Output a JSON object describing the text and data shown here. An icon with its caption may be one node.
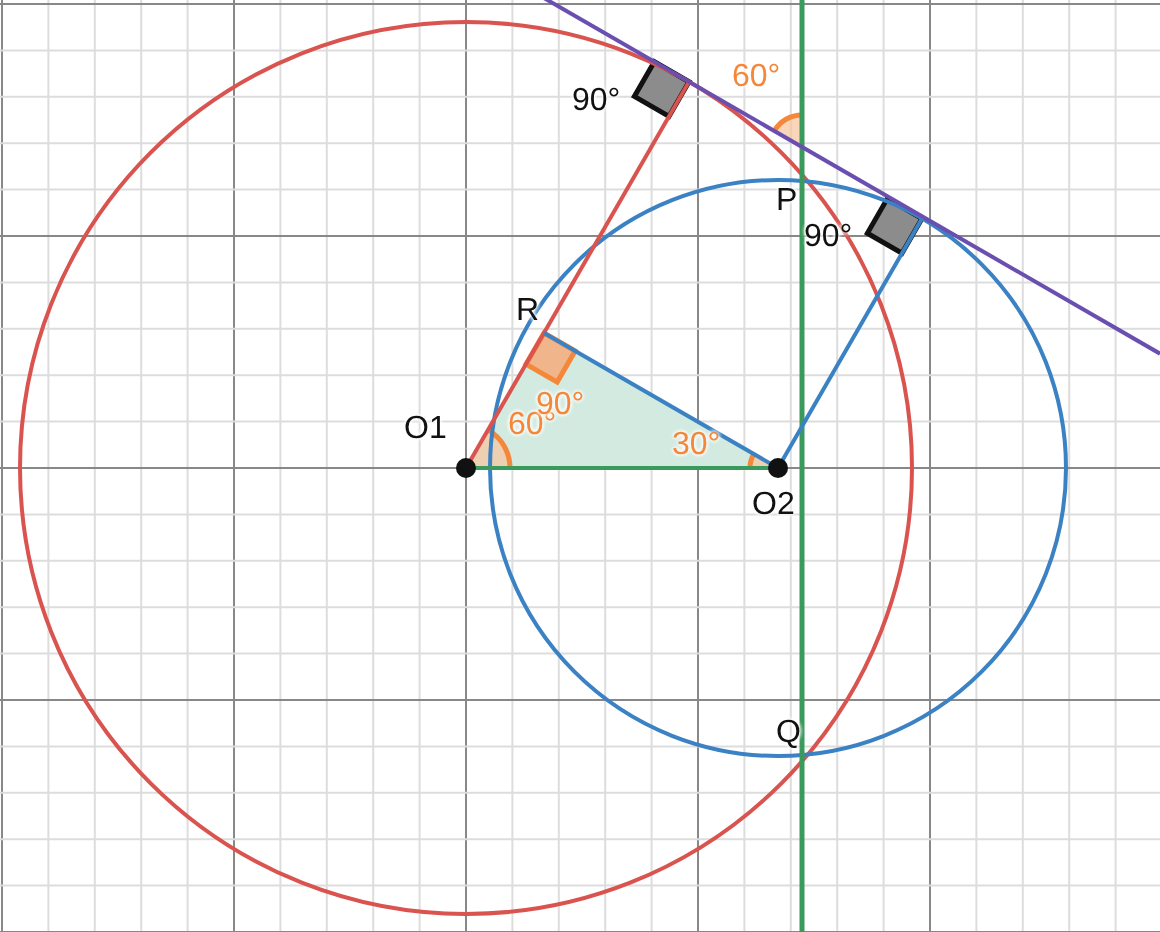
{
  "diagram": {
    "labels": [
      "90°",
      "60°",
      "P",
      "90°",
      "R",
      "O1",
      "60°",
      "90°",
      "30°",
      "O2",
      "Q"
    ]
  }
}
